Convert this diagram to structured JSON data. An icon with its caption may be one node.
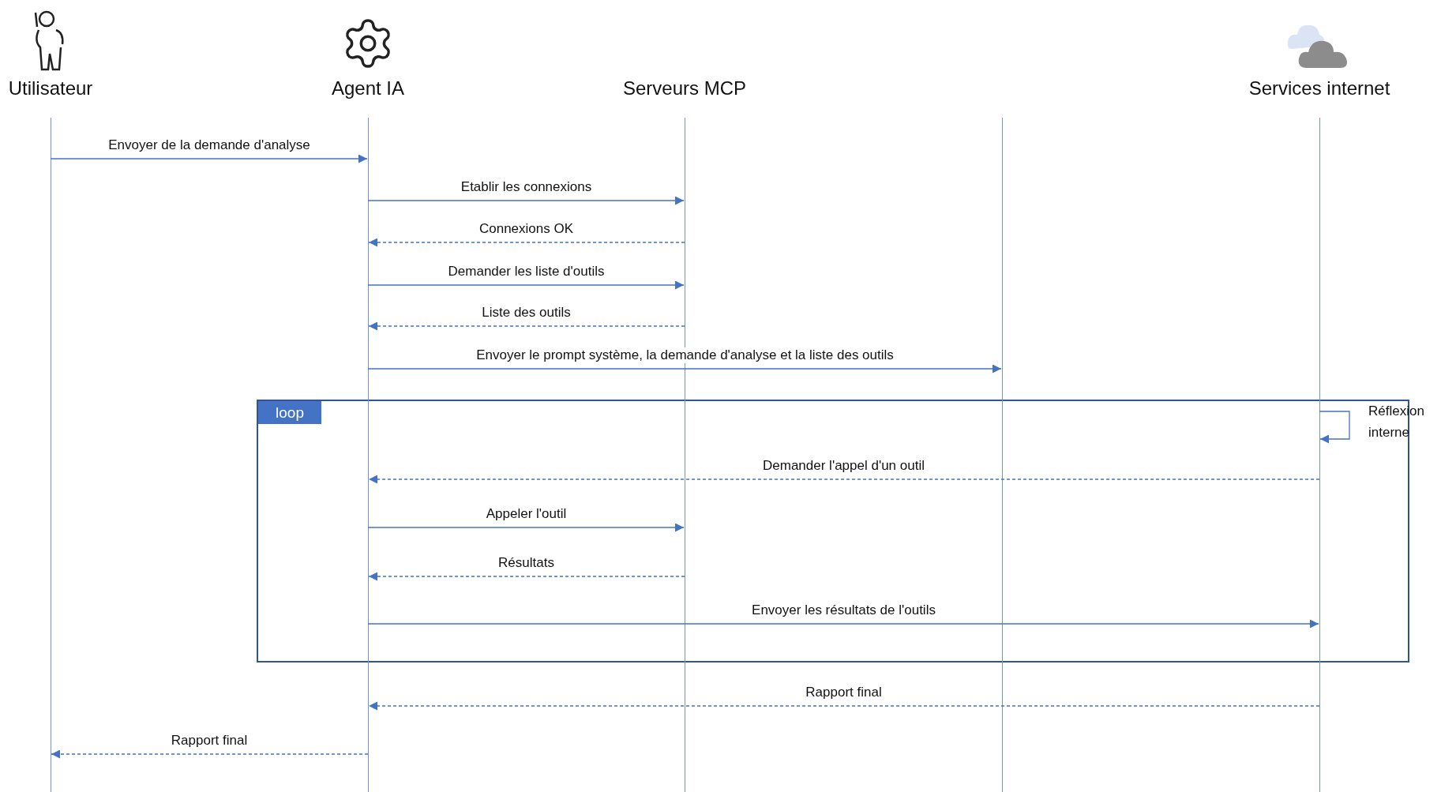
{
  "diagram": {
    "nodes": [
      {
        "text": [
          "Utilisateur"
        ]
      },
      {
        "text": [
          "Agent IA"
        ]
      },
      {
        "text": [
          "Serveurs MCP"
        ]
      },
      {
        "text": [],
        "shape": "bar"
      },
      {
        "text": [
          "Services internet"
        ]
      }
    ],
    "labels": [
      "loop"
    ],
    "edges": [
      {
        "from": 0,
        "to": 1,
        "arrow": "to",
        "label": "Envoyer de la demande d'analyse"
      },
      {
        "from": 1,
        "to": 2,
        "arrow": "to",
        "label": "Etablir les connexions"
      },
      {
        "from": 2,
        "to": 1,
        "arrow": "to",
        "label": "Connexions OK",
        "style": "dashed"
      },
      {
        "from": 1,
        "to": 2,
        "arrow": "to",
        "label": "Demander les liste d'outils"
      },
      {
        "from": 2,
        "to": 1,
        "arrow": "to",
        "label": "Liste des outils",
        "style": "dashed"
      },
      {
        "from": 1,
        "to": 3,
        "arrow": "to",
        "label": "Envoyer le prompt système, la demande d'analyse et la liste des outils"
      },
      {
        "from": 4,
        "to": 4,
        "arrow": "to",
        "label": "Réflexion interne"
      },
      {
        "from": 4,
        "to": 1,
        "arrow": "to",
        "label": "Demander l'appel d'un outil",
        "style": "dashed"
      },
      {
        "from": 1,
        "to": 2,
        "arrow": "to",
        "label": "Appeler l'outil"
      },
      {
        "from": 2,
        "to": 1,
        "arrow": "to",
        "label": "Résultats",
        "style": "dashed"
      },
      {
        "from": 1,
        "to": 4,
        "arrow": "to",
        "label": "Envoyer les résultats de l'outils"
      },
      {
        "from": 4,
        "to": 1,
        "arrow": "to",
        "label": "Rapport final",
        "style": "dashed"
      },
      {
        "from": 1,
        "to": 0,
        "arrow": "to",
        "label": "Rapport final",
        "style": "dashed"
      }
    ]
  }
}
